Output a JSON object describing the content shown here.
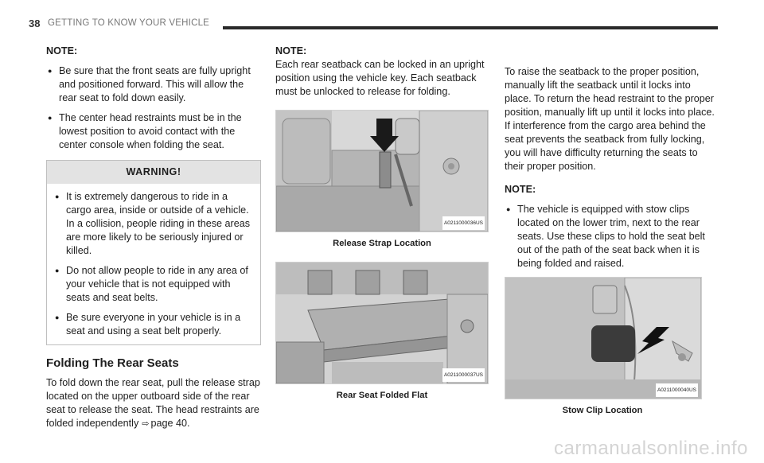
{
  "header": {
    "page_number": "38",
    "section_title": "GETTING TO KNOW YOUR VEHICLE"
  },
  "col1": {
    "note_label": "NOTE:",
    "bullets": [
      "Be sure that the front seats are fully upright and positioned forward. This will allow the rear seat to fold down easily.",
      "The center head restraints must be in the lowest position to avoid contact with the center console when folding the seat."
    ],
    "warning": {
      "title": "WARNING!",
      "items": [
        "It is extremely dangerous to ride in a cargo area, inside or outside of a vehicle. In a collision, people riding in these areas are more likely to be seriously injured or killed.",
        "Do not allow people to ride in any area of your vehicle that is not equipped with seats and seat belts.",
        "Be sure everyone in your vehicle is in a seat and using a seat belt properly."
      ]
    },
    "section_heading": "Folding The Rear Seats",
    "section_text": "To fold down the rear seat, pull the release strap located on the upper outboard side of the rear seat to release the seat. The head restraints are folded independently",
    "xref": "page 40."
  },
  "col2": {
    "note_label": "NOTE:",
    "note_text": "Each rear seatback can be locked in an upright position using the vehicle key. Each seatback must be unlocked to release for folding.",
    "figure1": {
      "code": "A0211000036US",
      "caption": "Release Strap Location"
    },
    "figure2": {
      "code": "A0211000037US",
      "caption": "Rear Seat Folded Flat"
    }
  },
  "col3": {
    "paragraph": "To raise the seatback to the proper position, manually lift the seatback until it locks into place. To return the head restraint to the proper position, manually lift up until it locks into place. If interference from the cargo area behind the seat prevents the seatback from fully locking, you will have difficulty returning the seats to their proper position.",
    "note_label": "NOTE:",
    "bullet": "The vehicle is equipped with stow clips located on the lower trim, next to the rear seats. Use these clips to hold the seat belt out of the path of the seat back when it is being folded and raised.",
    "figure3": {
      "code": "A0211000040US",
      "caption": "Stow Clip Location"
    }
  },
  "watermark": "carmanualsonline.info"
}
